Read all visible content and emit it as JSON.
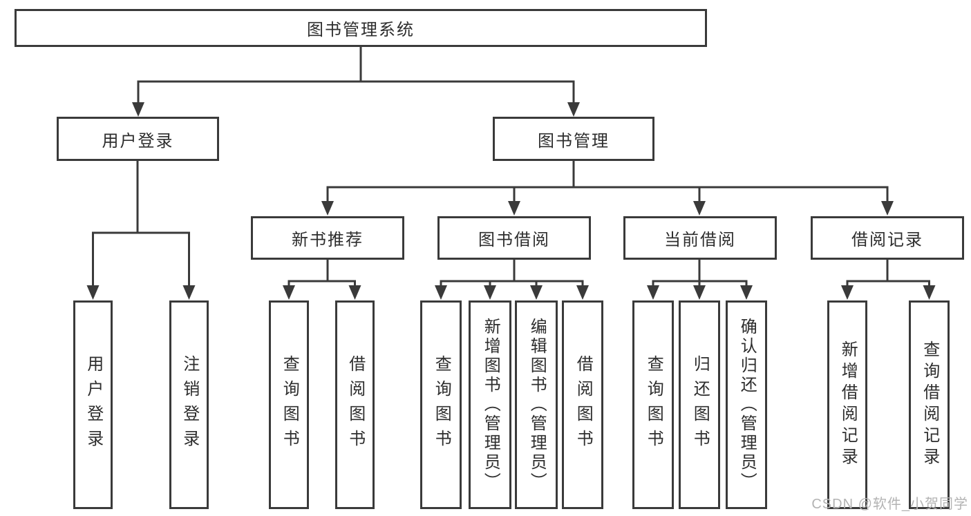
{
  "colors": {
    "line": "#3a3a3a",
    "text": "#2d2d2d",
    "bg": "#ffffff",
    "watermark": "#b3b3b3"
  },
  "watermark": {
    "text": "CSDN @软件_小贺同学"
  },
  "tree": {
    "label": "图书管理系统",
    "children": [
      {
        "label": "用户登录",
        "children": [
          {
            "label": "用户登录"
          },
          {
            "label": "注销登录"
          }
        ]
      },
      {
        "label": "图书管理",
        "children": [
          {
            "label": "新书推荐",
            "children": [
              {
                "label": "查询图书"
              },
              {
                "label": "借阅图书"
              }
            ]
          },
          {
            "label": "图书借阅",
            "children": [
              {
                "label": "查询图书"
              },
              {
                "label": "新增图书（管理员）"
              },
              {
                "label": "编辑图书（管理员）"
              },
              {
                "label": "借阅图书"
              }
            ]
          },
          {
            "label": "当前借阅",
            "children": [
              {
                "label": "查询图书"
              },
              {
                "label": "归还图书"
              },
              {
                "label": "确认归还（管理员）"
              }
            ]
          },
          {
            "label": "借阅记录",
            "children": [
              {
                "label": "新增借阅记录"
              },
              {
                "label": "查询借阅记录"
              }
            ]
          }
        ]
      }
    ]
  }
}
